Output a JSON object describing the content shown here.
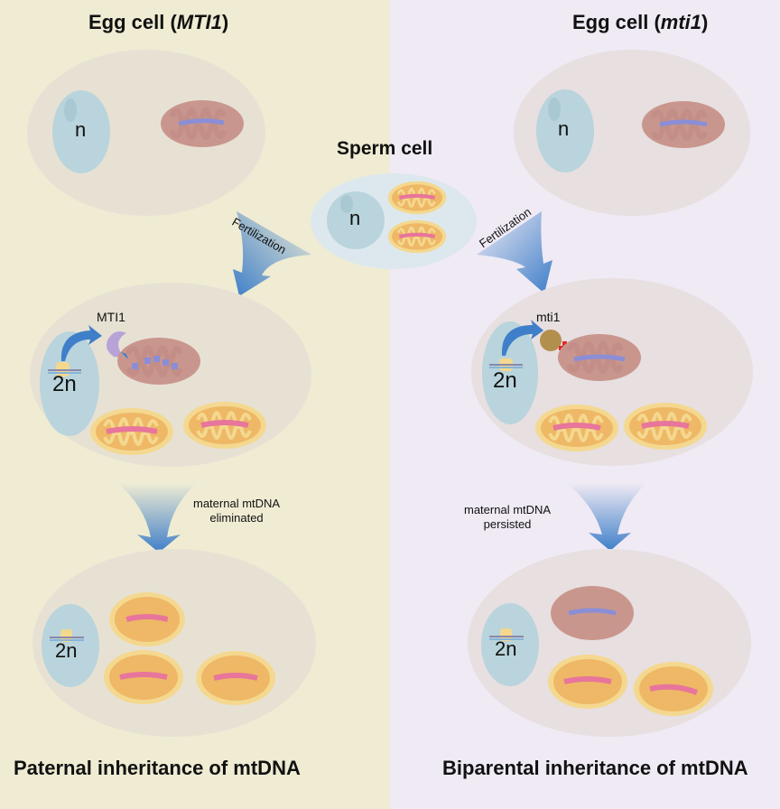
{
  "left_panel": {
    "title_prefix": "Egg cell (",
    "title_gene": "MTI1",
    "title_suffix": ")",
    "egg_nucleus": "n",
    "zygote_nucleus": "2n",
    "protein_label": "MTI1",
    "step_label_line1": "maternal mtDNA",
    "step_label_line2": "eliminated",
    "fertilization_label": "Fertilization",
    "result_nucleus": "2n",
    "bottom_title": "Paternal inheritance of mtDNA",
    "background": "#efecd3"
  },
  "right_panel": {
    "title_prefix": "Egg cell (",
    "title_gene": "mti1",
    "title_suffix": ")",
    "egg_nucleus": "n",
    "zygote_nucleus": "2n",
    "protein_label": "mti1",
    "step_label_line1": "maternal mtDNA",
    "step_label_line2": "persisted",
    "fertilization_label": "Fertilization",
    "result_nucleus": "2n",
    "bottom_title": "Biparental inheritance of mtDNA",
    "background": "#efeaf4"
  },
  "sperm": {
    "title": "Sperm cell",
    "nucleus": "n"
  },
  "colors": {
    "maternal_mito": "#c9968e",
    "paternal_mito": "#f2c77e",
    "nucleus": "#b9d4dc",
    "arrow": "#3f7fc9",
    "block": "#e02a2a"
  }
}
